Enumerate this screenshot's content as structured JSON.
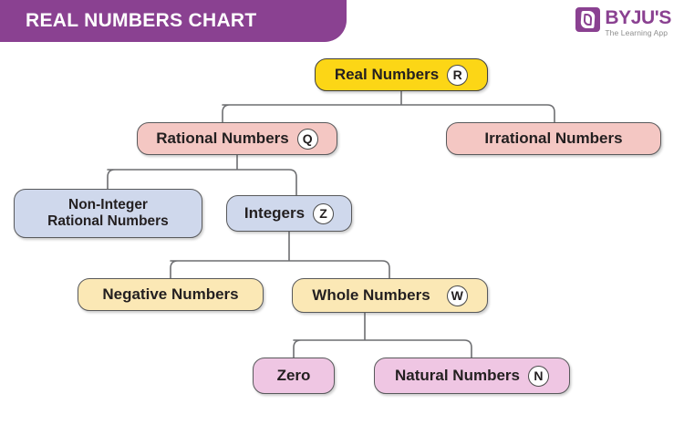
{
  "header": {
    "title": "REAL NUMBERS CHART",
    "banner_color": "#8A4191"
  },
  "logo": {
    "mark": "byjus-b-icon",
    "wordmark": "BYJU'S",
    "tagline": "The Learning App",
    "color": "#8A4191"
  },
  "chart_data": {
    "type": "diagram",
    "title": "REAL NUMBERS CHART",
    "layout": "top-down hierarchy tree",
    "connector_color": "#6d6e71",
    "nodes": [
      {
        "id": "real",
        "label": "Real Numbers",
        "symbol": "R",
        "fill": "#FCD616",
        "level": 0,
        "parent": null
      },
      {
        "id": "rational",
        "label": "Rational Numbers",
        "symbol": "Q",
        "fill": "#F4C7C3",
        "level": 1,
        "parent": "real"
      },
      {
        "id": "irrational",
        "label": "Irrational Numbers",
        "symbol": "",
        "fill": "#F4C7C3",
        "level": 1,
        "parent": "real"
      },
      {
        "id": "noninteger",
        "label_line1": "Non-Integer",
        "label_line2": "Rational Numbers",
        "symbol": "",
        "fill": "#CFD8EC",
        "level": 2,
        "parent": "rational"
      },
      {
        "id": "integers",
        "label": "Integers",
        "symbol": "Z",
        "fill": "#CFD8EC",
        "level": 2,
        "parent": "rational"
      },
      {
        "id": "negative",
        "label": "Negative Numbers",
        "symbol": "",
        "fill": "#FBE8B5",
        "level": 3,
        "parent": "integers"
      },
      {
        "id": "whole",
        "label": "Whole Numbers",
        "symbol": "W",
        "fill": "#FBE8B5",
        "level": 3,
        "parent": "integers"
      },
      {
        "id": "zero",
        "label": "Zero",
        "symbol": "",
        "fill": "#EFC6E3",
        "level": 4,
        "parent": "whole"
      },
      {
        "id": "natural",
        "label": "Natural Numbers",
        "symbol": "N",
        "fill": "#EFC6E3",
        "level": 4,
        "parent": "whole"
      }
    ],
    "edges": [
      {
        "from": "real",
        "to": "rational"
      },
      {
        "from": "real",
        "to": "irrational"
      },
      {
        "from": "rational",
        "to": "noninteger"
      },
      {
        "from": "rational",
        "to": "integers"
      },
      {
        "from": "integers",
        "to": "negative"
      },
      {
        "from": "integers",
        "to": "whole"
      },
      {
        "from": "whole",
        "to": "zero"
      },
      {
        "from": "whole",
        "to": "natural"
      }
    ]
  }
}
